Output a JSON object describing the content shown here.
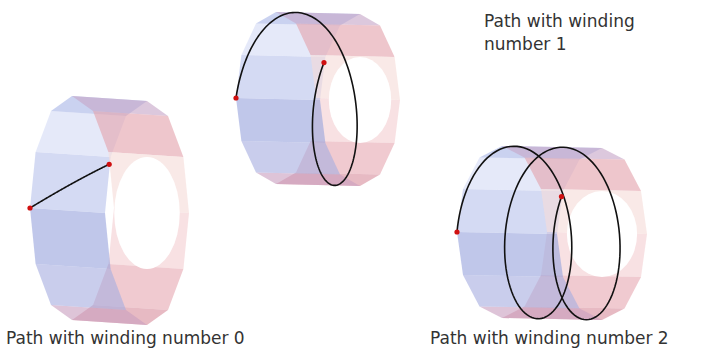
{
  "diagram": {
    "labels": [
      "Path with winding number 1",
      "Path with winding number 0",
      "Path with winding number 2"
    ]
  }
}
